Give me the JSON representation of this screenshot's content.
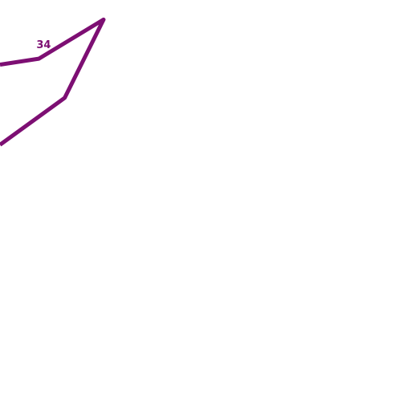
{
  "chart_data": {
    "type": "line",
    "series": [
      {
        "color": "#7d0f73",
        "points": [
          {
            "x": 0.0,
            "y": 33.85
          },
          {
            "x": 0.6,
            "y": 34.0
          },
          {
            "x": 1.6,
            "y": 35.0
          },
          {
            "x": 1.0,
            "y": 33.0
          },
          {
            "x": 0.0,
            "y": 31.8
          }
        ],
        "data_labels": [
          {
            "point_index": 1,
            "text": "34"
          }
        ]
      }
    ],
    "xlim": [
      0.0,
      6.35
    ],
    "ylim": [
      25.0,
      35.5
    ],
    "grid": false,
    "legend": "none"
  }
}
